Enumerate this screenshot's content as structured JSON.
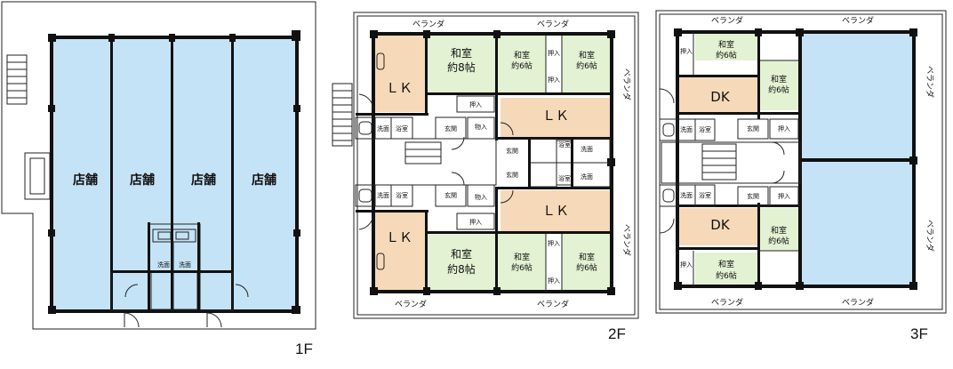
{
  "floor_1": {
    "label": "1F",
    "shops": [
      "店舗",
      "店舗",
      "店舗",
      "店舗"
    ],
    "toilets": [
      "洗面",
      "洗面"
    ]
  },
  "floor_2": {
    "label": "2F",
    "balcony": "ベランダ",
    "upper_unit": {
      "lk": "ＬＫ",
      "washitsu_8_name": "和室",
      "washitsu_8_size": "約8帖",
      "washitsu_6a_name": "和室",
      "washitsu_6a_size": "約6帖",
      "washitsu_6b_name": "和室",
      "washitsu_6b_size": "約6帖",
      "oshiire": "押入",
      "lk2": "ＬＫ",
      "genkan": "玄関",
      "monoire": "物入",
      "yokushitsu": "浴室",
      "senmen": "洗面"
    },
    "lower_unit": {
      "lk": "ＬＫ",
      "washitsu_8_name": "和室",
      "washitsu_8_size": "約8帖",
      "washitsu_6a_name": "和室",
      "washitsu_6a_size": "約6帖",
      "washitsu_6b_name": "和室",
      "washitsu_6b_size": "約6帖",
      "oshiire": "押入",
      "lk2": "ＬＫ",
      "genkan": "玄関",
      "monoire": "物入",
      "yokushitsu": "浴室",
      "senmen": "洗面"
    }
  },
  "floor_3": {
    "label": "3F",
    "balcony": "ベランダ",
    "dk": "DK",
    "washitsu_name": "和室",
    "washitsu_size": "約6帖",
    "oshiire": "押入",
    "genkan": "玄関",
    "yokushitsu": "浴室",
    "senmen": "洗面"
  },
  "colors": {
    "shop_blue": "#c5e3f6",
    "lk_orange": "#f6d9b8",
    "tatami_green": "#e2f2d2",
    "wall": "#111111"
  }
}
